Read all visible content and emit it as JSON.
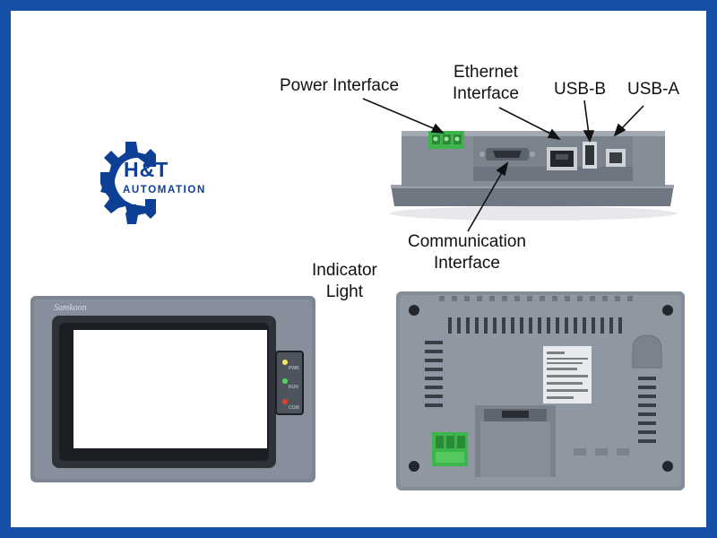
{
  "logo": {
    "main": "H&T",
    "sub": "AUTOMATION",
    "color": "#0d3f95"
  },
  "labels": {
    "power": "Power Interface",
    "ethernet_line1": "Ethernet",
    "ethernet_line2": "Interface",
    "usb_b": "USB-B",
    "usb_a": "USB-A",
    "comm_line1": "Communication",
    "comm_line2": "Interface",
    "indicator_line1": "Indicator",
    "indicator_line2": "Light"
  },
  "device": {
    "brand": "Samkoon",
    "indicators": [
      "PWR",
      "RUN",
      "COM"
    ]
  },
  "colors": {
    "frame": "#1450a8",
    "device_body": "#7d8591",
    "terminal_green": "#3cb54a"
  }
}
